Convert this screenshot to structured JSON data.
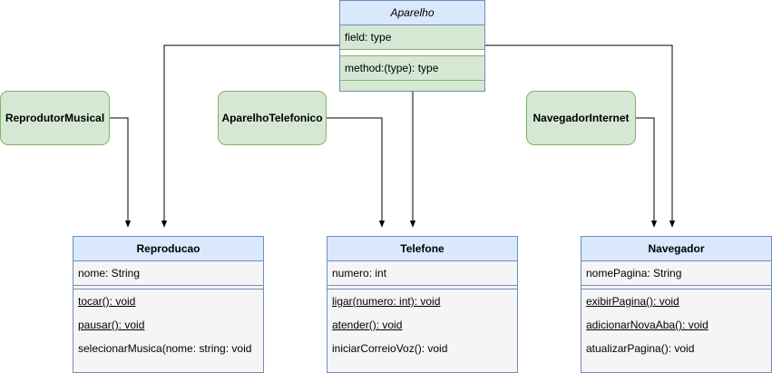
{
  "aparelho": {
    "title": "Aparelho",
    "field": "field: type",
    "method": "method:(type): type"
  },
  "interfaces": {
    "reprodutor": "ReprodutorMusical",
    "telefonico": "AparelhoTelefonico",
    "navegador": "NavegadorInternet"
  },
  "reproducao": {
    "title": "Reproducao",
    "attr": "nome: String",
    "methods": [
      "tocar(): void",
      "pausar(): void",
      "selecionarMusica(nome: string: void"
    ]
  },
  "telefone": {
    "title": "Telefone",
    "attr": "numero: int",
    "methods": [
      "ligar(numero: int): void",
      "atender(): void",
      "iniciarCorreioVoz(): void"
    ]
  },
  "navegador": {
    "title": "Navegador",
    "attr": "nomePagina: String",
    "methods": [
      "exibirPagina(): void",
      "adicionarNovaAba(): void",
      "atualizarPagina(): void"
    ]
  },
  "colors": {
    "class_header": "#dae8fc",
    "class_border": "#6c8ebf",
    "interface_fill": "#d5e8d4",
    "interface_border": "#82b366"
  }
}
